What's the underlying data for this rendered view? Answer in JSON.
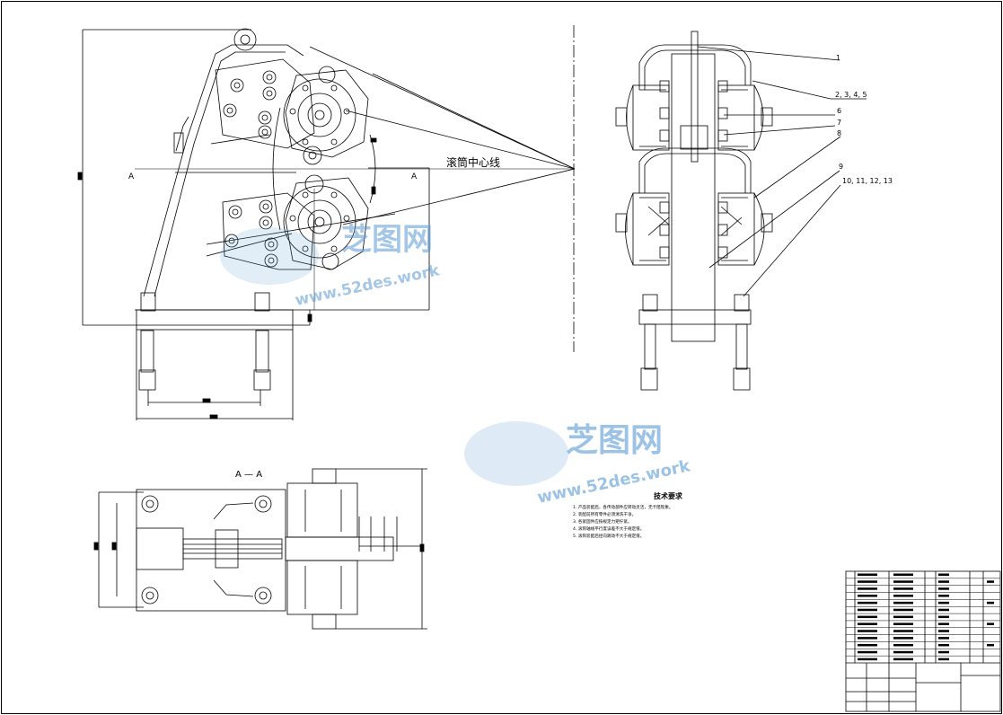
{
  "drawing": {
    "centerline_label": "滚筒中心线",
    "section_marker": "A",
    "section_view_title": "A — A",
    "callouts": [
      "1",
      "2, 3, 4, 5",
      "6",
      "7",
      "8",
      "9",
      "10, 11, 12, 13"
    ]
  },
  "notes": {
    "title": "技术要求",
    "items": [
      "1. 产品装配后，各传动部件应转动灵活，无卡阻现象。",
      "2. 装配前所有零件必须清洗干净。",
      "3. 各紧固件应按规定力矩拧紧。",
      "4. 滚筒轴线平行度误差不大于规定值。",
      "5. 滚筒装配后径向跳动不大于规定值。"
    ]
  },
  "watermarks": [
    {
      "brand": "芝图网",
      "url": "www.52des.work"
    },
    {
      "brand": "芝图网",
      "url": "www.52des.work"
    }
  ],
  "colors": {
    "line": "#000000",
    "watermark": "#5b9bd5"
  }
}
